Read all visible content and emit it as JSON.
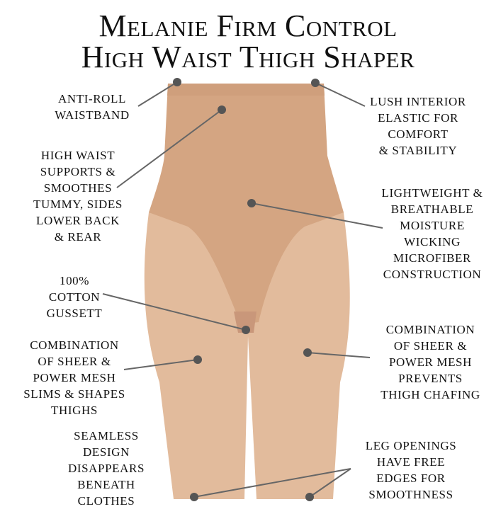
{
  "title": {
    "line1": "Melanie Firm Control",
    "line2": "High Waist Thigh Shaper"
  },
  "colors": {
    "garment": "#d6a884",
    "garment_sheer": "#e0b897",
    "line": "#666666",
    "dot": "#555555"
  },
  "callouts": [
    {
      "text": "Anti-roll\nwaistband"
    },
    {
      "text": "Lush interior\nelastic for\ncomfort\n& stability"
    },
    {
      "text": "High waist\nsupports &\nsmoothes\ntummy, sides\nlower back\n& rear"
    },
    {
      "text": "Lightweight &\nbreathable\nmoisture\nwicking\nmicrofiber\nconstruction"
    },
    {
      "text": "100%\ncotton\ngussett"
    },
    {
      "text": "Combination\nof sheer &\npower mesh\nslims & shapes\nthighs"
    },
    {
      "text": "Combination\nof sheer &\npower mesh\nprevents\nthigh chafing"
    },
    {
      "text": "Seamless\ndesign\ndisappears\nbeneath\nclothes"
    },
    {
      "text": "Leg openings\nhave free\nedges for\nsmoothness"
    }
  ]
}
